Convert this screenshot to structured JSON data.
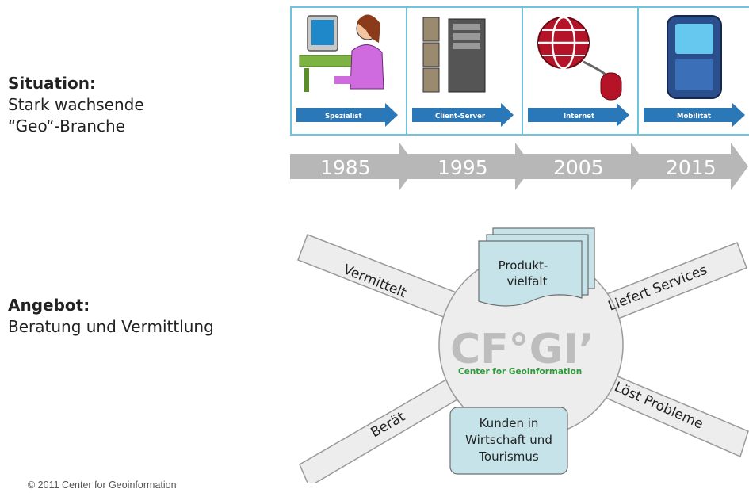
{
  "situation": {
    "heading": "Situation:",
    "line1": "Stark wachsende",
    "line2": "“Geo“-Branche"
  },
  "angebot": {
    "heading": "Angebot:",
    "line1": "Beratung und Vermittlung"
  },
  "timeline": {
    "eras": [
      {
        "label": "Spezialist",
        "icon": "computer-user-icon"
      },
      {
        "label": "Client-Server",
        "icon": "server-icon"
      },
      {
        "label": "Internet",
        "icon": "globe-mouse-icon"
      },
      {
        "label": "Mobilität",
        "icon": "mobile-phone-icon"
      }
    ],
    "years": [
      "1985",
      "1995",
      "2005",
      "2015"
    ]
  },
  "hub": {
    "logo_text": "CF°GI’",
    "subtitle": "Center for Geoinformation",
    "product_box": "Produkt-\nvielfalt",
    "customer_box": [
      "Kunden in",
      "Wirtschaft und",
      "Tourismus"
    ],
    "arms": {
      "top_left": "Vermittelt",
      "top_right": "Liefert Services",
      "bottom_left": "Berät",
      "bottom_right": "Löst Probleme"
    }
  },
  "footer": "© 2011 Center for Geoinformation",
  "colors": {
    "panel_border": "#6fc3dd",
    "arrow_blue": "#2a78b8",
    "gray_arrow": "#b7b7b7",
    "box_teal": "#c5e3e8",
    "logo_green": "#7cb342"
  }
}
